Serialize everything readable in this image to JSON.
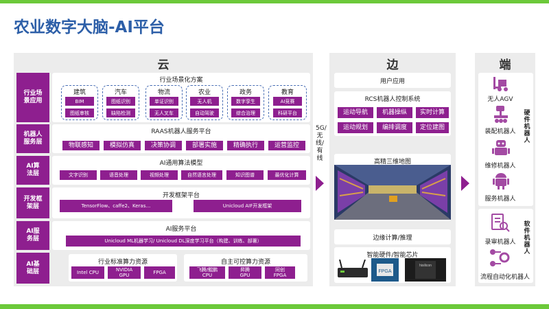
{
  "title": "农业数字大脑-AI平台",
  "cloud": {
    "header": "云",
    "rows": [
      {
        "side": "行业场景应用",
        "heading": "行业场景化方案",
        "groups": [
          {
            "name": "建筑",
            "items": [
              "BIM",
              "图纸审核"
            ]
          },
          {
            "name": "汽车",
            "items": [
              "图纸识别",
              "缺陷检测"
            ]
          },
          {
            "name": "物流",
            "items": [
              "单证识别",
              "无人叉车"
            ]
          },
          {
            "name": "农业",
            "items": [
              "无人机",
              "自动驾驶"
            ]
          },
          {
            "name": "政务",
            "items": [
              "数字孪生",
              "综合治理"
            ]
          },
          {
            "name": "教育",
            "items": [
              "AI竞赛",
              "科研平台"
            ]
          }
        ]
      },
      {
        "side": "机器人服务层",
        "heading": "RAAS机器人服务平台",
        "items": [
          "物联感知",
          "模拟仿真",
          "决策协调",
          "部署实施",
          "精确执行",
          "运营监控"
        ]
      },
      {
        "side": "AI算法层",
        "heading": "AI通用算法模型",
        "items": [
          "文字识别",
          "语音处理",
          "视频处理",
          "自然语言处理",
          "知识图谱",
          "最优化计算"
        ]
      },
      {
        "side": "开发框架层",
        "heading": "开发框架平台",
        "items": [
          "TensorFlow、caffe2、Keras…",
          "Unicloud AIF开发框架"
        ]
      },
      {
        "side": "AI服务层",
        "heading": "AI服务平台",
        "bar": "Unicloud ML机器学习/ Unicloud DL深度学习平台（构建、训练、部署）"
      },
      {
        "side": "AI基础层",
        "left_heading": "行业标准算力资源",
        "left_items": [
          "Intel CPU",
          "NVIDIA GPU",
          "FPGA"
        ],
        "right_heading": "自主可控算力资源",
        "right_items": [
          "飞腾/鲲鹏 CPU",
          "昇腾 GPU",
          "同创 FPGA"
        ]
      }
    ]
  },
  "connector": "5G/无线/有线",
  "edge": {
    "header": "边",
    "user_app": "用户应用",
    "rcs_heading": "RCS机器人控制系统",
    "rcs_items": [
      "运动导航",
      "机器操纵",
      "实时计算",
      "运动规划",
      "编排调度",
      "定位建图"
    ],
    "map_label": "高精三维地图",
    "compute": "边缘计算/推理",
    "hardware": "智能硬件/智能芯片",
    "chips": [
      "FPGA",
      "hisilicon"
    ]
  },
  "end": {
    "header": "端",
    "hardware_group": "硬件机器人",
    "software_group": "软件机器人",
    "hardware_robots": [
      {
        "label": "无人AGV",
        "icon": "forklift-icon"
      },
      {
        "label": "装配机器人",
        "icon": "robot-arm-icon"
      },
      {
        "label": "维修机器人",
        "icon": "repair-robot-icon"
      },
      {
        "label": "服务机器人",
        "icon": "android-robot-icon"
      }
    ],
    "software_robots": [
      {
        "label": "录审机器人",
        "icon": "document-review-icon"
      },
      {
        "label": "流程自动化机器人",
        "icon": "process-automation-icon"
      }
    ]
  },
  "colors": {
    "brand": "#8e1f8f",
    "title": "#2d5fa8",
    "accent_bar": "#6cc93a",
    "panel": "#ececec"
  }
}
